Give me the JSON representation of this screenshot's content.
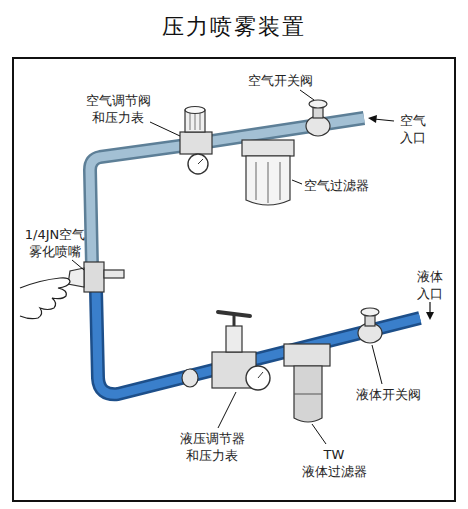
{
  "diagram": {
    "title": "压力喷雾装置",
    "labels": [
      "空气开关阀",
      "空气调节阀 和压力表",
      "空气 入口",
      "空气过滤器",
      "1/4JN空气 雾化喷嘴",
      "液体 入口",
      "液压调节器 和压力表",
      "液体开关阀",
      "TW 液体过滤器"
    ]
  }
}
